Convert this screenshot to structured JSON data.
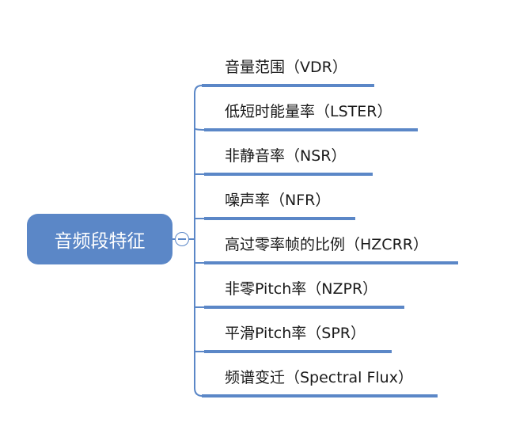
{
  "root": {
    "label": "音频段特征",
    "color": "#5b87c7"
  },
  "toggle": {
    "icon": "collapse-minus-icon"
  },
  "branches": [
    {
      "label": "音量范围（VDR）"
    },
    {
      "label": "低短时能量率（LSTER）"
    },
    {
      "label": "非静音率（NSR）"
    },
    {
      "label": "噪声率（NFR）"
    },
    {
      "label": "高过零率帧的比例（HZCRR）"
    },
    {
      "label": "非零Pitch率（NZPR）"
    },
    {
      "label": "平滑Pitch率（SPR）"
    },
    {
      "label": "频谱变迁（Spectral Flux）"
    }
  ]
}
